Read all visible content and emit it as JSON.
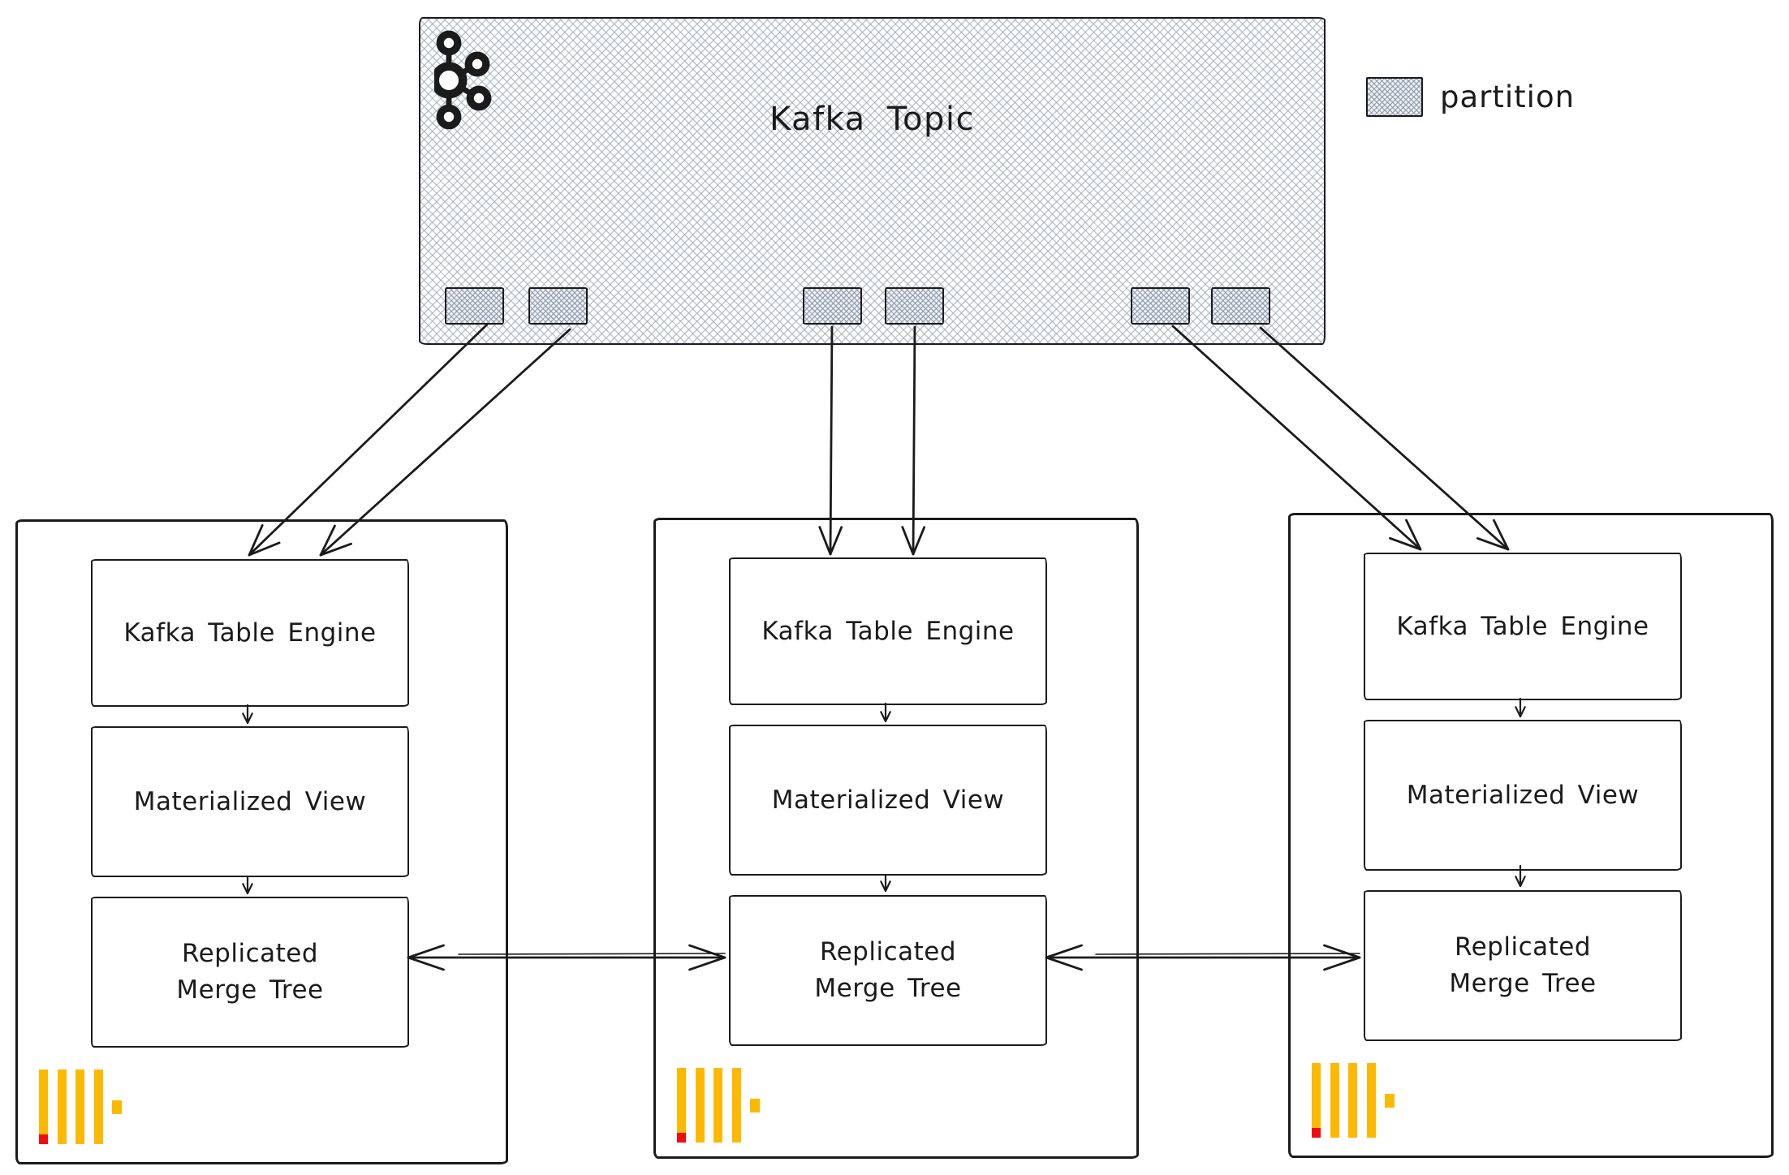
{
  "topic": {
    "title": "Kafka Topic",
    "partition_count": 6
  },
  "legend": {
    "label": "partition"
  },
  "nodes": [
    {
      "kte": "Kafka Table Engine",
      "mv": "Materialized View",
      "rmt1": "Replicated",
      "rmt2": "Merge Tree"
    },
    {
      "kte": "Kafka Table Engine",
      "mv": "Materialized View",
      "rmt1": "Replicated",
      "rmt2": "Merge Tree"
    },
    {
      "kte": "Kafka Table Engine",
      "mv": "Materialized View",
      "rmt1": "Replicated",
      "rmt2": "Merge Tree"
    }
  ],
  "icons": {
    "kafka_logo": "kafka-logo",
    "clickhouse_logo": "clickhouse-logo"
  },
  "colors": {
    "ink": "#1b1b1b",
    "hatch_line": "#9aa6b8",
    "clickhouse_yellow": "#fdb900",
    "clickhouse_red": "#f00c12"
  }
}
